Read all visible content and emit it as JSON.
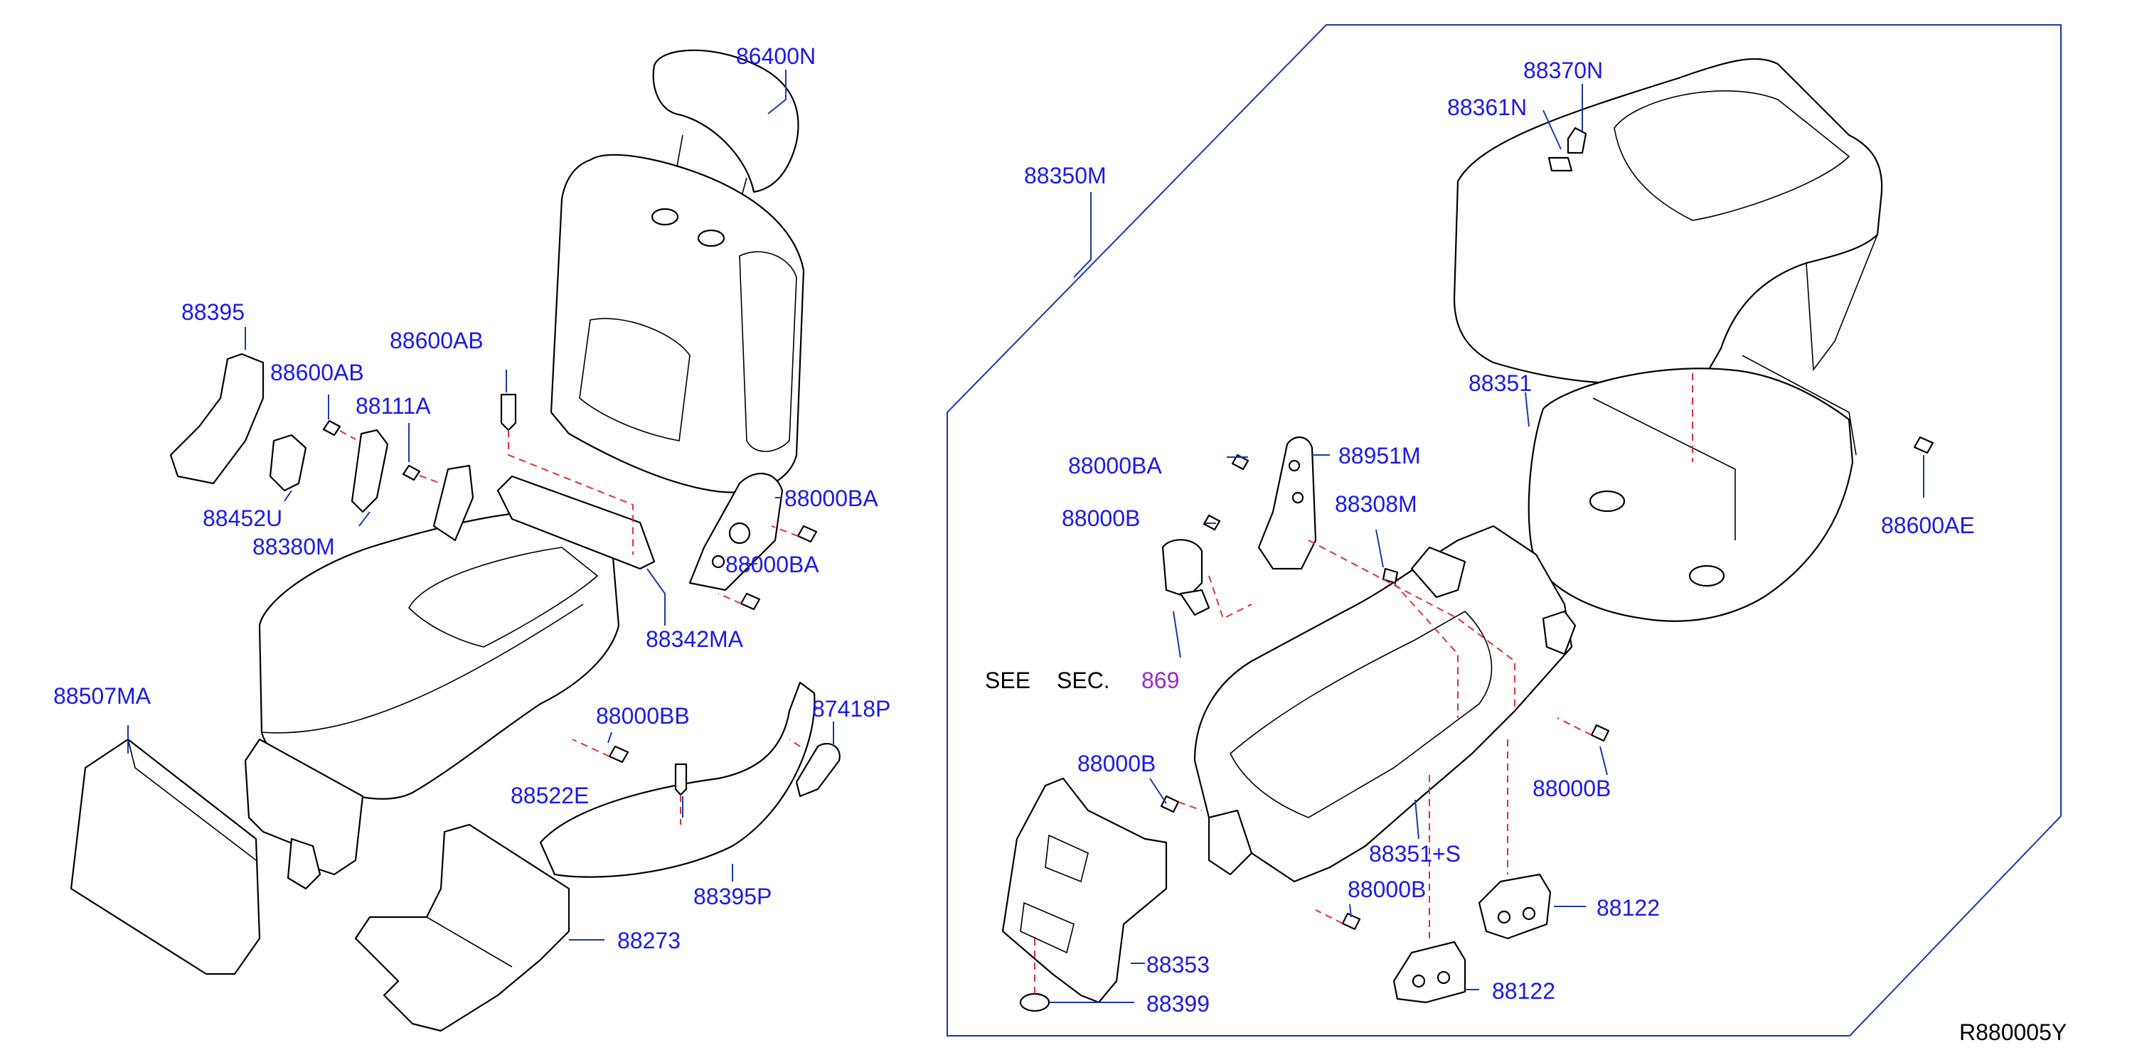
{
  "colors": {
    "callout": "#1a1ae6",
    "section_link": "#9b27c9",
    "leader": "#1a3aa8",
    "assembly_dash": "#e0303a",
    "line_art": "#000000"
  },
  "reference_id": "R880005Y",
  "see_section": {
    "see": "SEE",
    "sec": "SEC.",
    "number": "869"
  },
  "callouts": {
    "c86400N": "86400N",
    "c88395": "88395",
    "c88600AB_1": "88600AB",
    "c88600AB_2": "88600AB",
    "c88111A": "88111A",
    "c88452U": "88452U",
    "c88380M": "88380M",
    "c88000BA_1": "88000BA",
    "c88000BA_2": "88000BA",
    "c88342MA": "88342MA",
    "c88507MA": "88507MA",
    "c88000BB": "88000BB",
    "c87418P": "87418P",
    "c88522E": "88522E",
    "c88395P": "88395P",
    "c88273": "88273",
    "c88350M": "88350M",
    "c88370N": "88370N",
    "c88361N": "88361N",
    "c88351": "88351",
    "c88600AE": "88600AE",
    "c88000BA_3": "88000BA",
    "c88951M": "88951M",
    "c88000B_1": "88000B",
    "c88308M": "88308M",
    "c88000B_2": "88000B",
    "c88000B_3": "88000B",
    "c88351S": "88351+S",
    "c88000B_4": "88000B",
    "c88122_1": "88122",
    "c88122_2": "88122",
    "c88353": "88353",
    "c88399": "88399"
  }
}
